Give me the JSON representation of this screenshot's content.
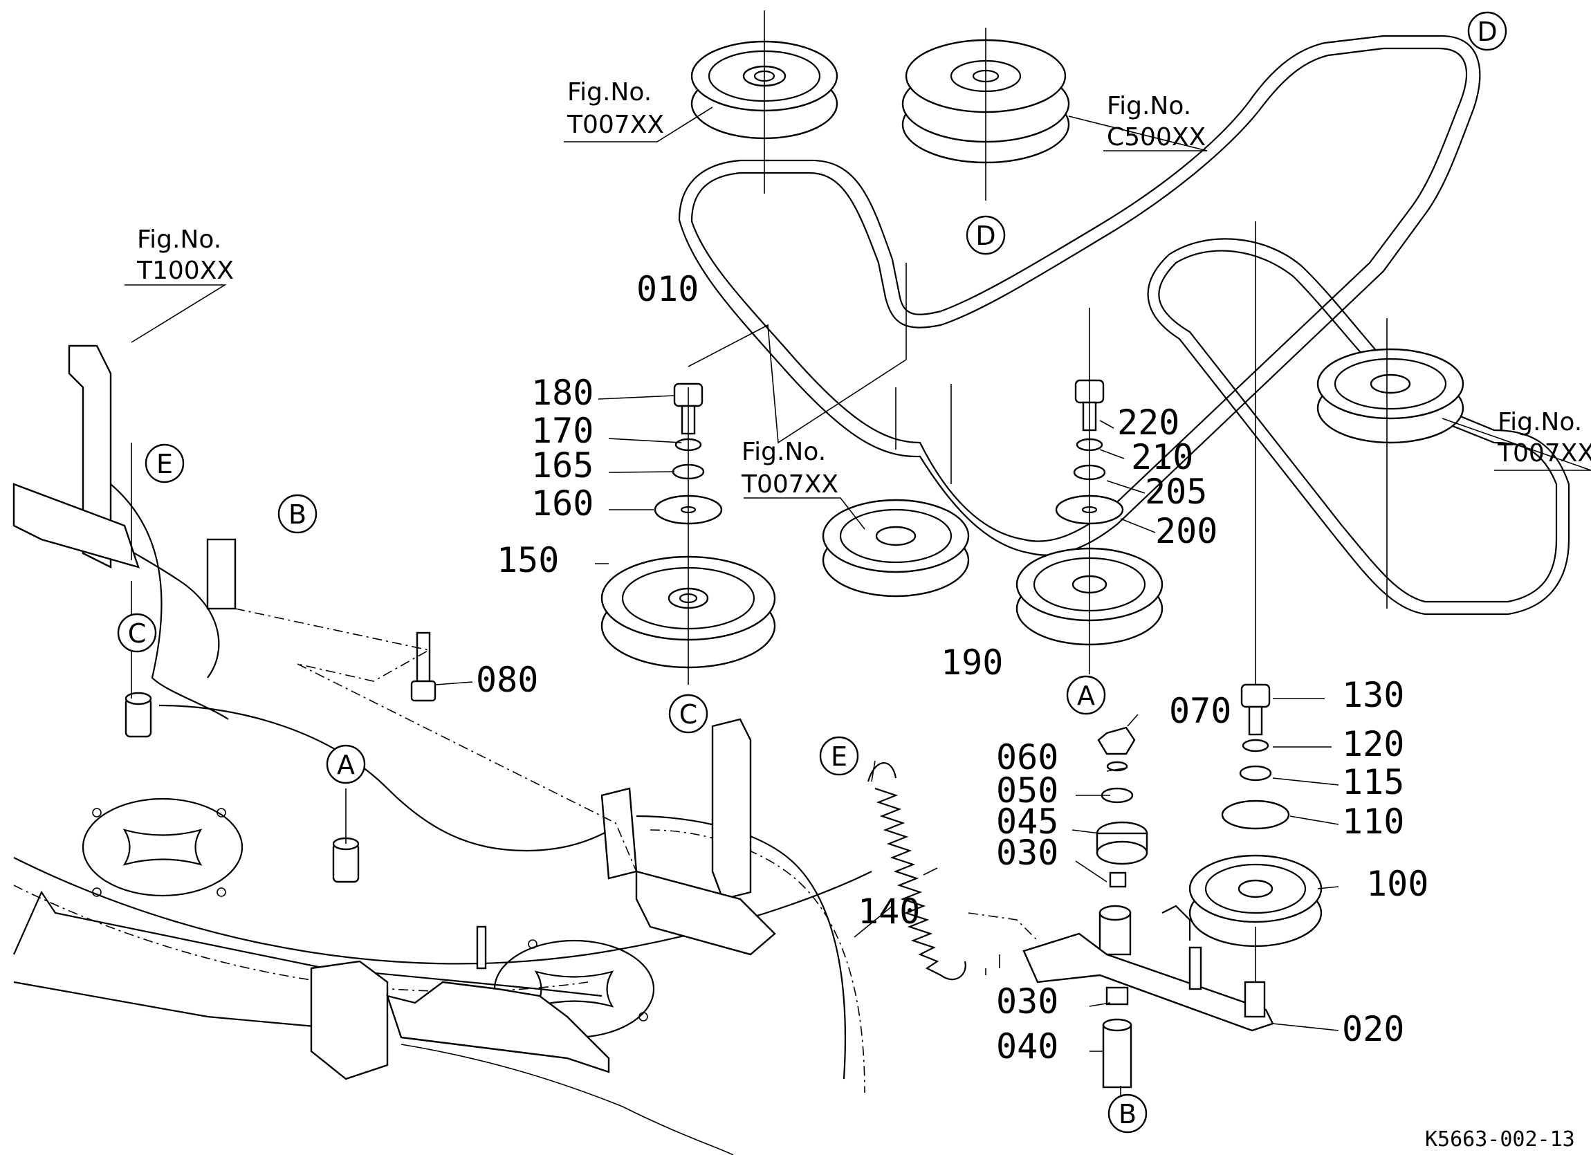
{
  "diagram": {
    "drawing_code": "K5663-002-13",
    "part_numbers": [
      "010",
      "020",
      "030",
      "030",
      "040",
      "045",
      "050",
      "060",
      "070",
      "080",
      "100",
      "110",
      "115",
      "120",
      "130",
      "140",
      "150",
      "160",
      "165",
      "170",
      "180",
      "190",
      "200",
      "205",
      "210",
      "220"
    ],
    "figure_references": [
      {
        "heading": "Fig.No.",
        "code": "T007XX"
      },
      {
        "heading": "Fig.No.",
        "code": "C500XX"
      },
      {
        "heading": "Fig.No.",
        "code": "T100XX"
      },
      {
        "heading": "Fig.No.",
        "code": "T007XX"
      },
      {
        "heading": "Fig.No.",
        "code": "T007XX"
      }
    ],
    "connection_markers": [
      "A",
      "A",
      "B",
      "B",
      "C",
      "C",
      "D",
      "D",
      "E",
      "E"
    ]
  }
}
